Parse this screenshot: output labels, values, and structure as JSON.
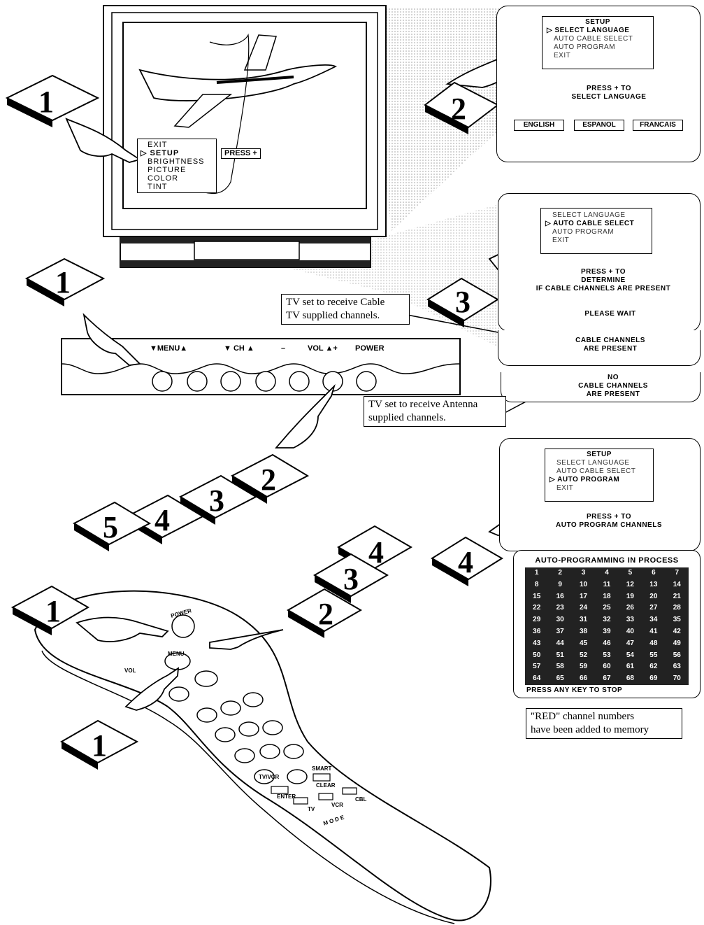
{
  "tv_menu": {
    "items": [
      "EXIT",
      "SETUP",
      "BRIGHTNESS",
      "PICTURE",
      "COLOR",
      "TINT"
    ],
    "selected_index": 1,
    "press_label": "PRESS +"
  },
  "panel_language": {
    "title": "SETUP",
    "items": [
      "SELECT LANGUAGE",
      "AUTO CABLE SELECT",
      "AUTO PROGRAM",
      "EXIT"
    ],
    "selected_index": 0,
    "instruction_line1": "PRESS + TO",
    "instruction_line2": "SELECT LANGUAGE",
    "languages": [
      "ENGLISH",
      "ESPANOL",
      "FRANCAIS"
    ]
  },
  "panel_cable": {
    "items": [
      "SELECT LANGUAGE",
      "AUTO CABLE SELECT",
      "AUTO PROGRAM",
      "EXIT"
    ],
    "selected_index": 1,
    "instruction_line1": "PRESS + TO",
    "instruction_line2": "DETERMINE",
    "instruction_line3": "IF CABLE CHANNELS ARE PRESENT",
    "wait_text": "PLEASE WAIT",
    "result_yes_line1": "CABLE CHANNELS",
    "result_yes_line2": "ARE PRESENT",
    "result_no_line1": "NO",
    "result_no_line2": "CABLE CHANNELS",
    "result_no_line3": "ARE PRESENT"
  },
  "panel_program": {
    "title": "SETUP",
    "items": [
      "SELECT LANGUAGE",
      "AUTO CABLE SELECT",
      "AUTO PROGRAM",
      "EXIT"
    ],
    "selected_index": 2,
    "instruction_line1": "PRESS + TO",
    "instruction_line2": "AUTO PROGRAM CHANNELS"
  },
  "auto_program": {
    "header": "AUTO-PROGRAMMING IN PROCESS",
    "channels": [
      "1",
      "2",
      "3",
      "4",
      "5",
      "6",
      "7",
      "8",
      "9",
      "10",
      "11",
      "12",
      "13",
      "14",
      "15",
      "16",
      "17",
      "18",
      "19",
      "20",
      "21",
      "22",
      "23",
      "24",
      "25",
      "26",
      "27",
      "28",
      "29",
      "30",
      "31",
      "32",
      "33",
      "34",
      "35",
      "36",
      "37",
      "38",
      "39",
      "40",
      "41",
      "42",
      "43",
      "44",
      "45",
      "46",
      "47",
      "48",
      "49",
      "50",
      "51",
      "52",
      "53",
      "54",
      "55",
      "56",
      "57",
      "58",
      "59",
      "60",
      "61",
      "62",
      "63",
      "64",
      "65",
      "66",
      "67",
      "68",
      "69",
      "70"
    ],
    "footer": "PRESS ANY KEY TO STOP"
  },
  "callouts": {
    "cable_line1": "TV set to receive Cable",
    "cable_line2": "TV supplied channels.",
    "antenna_line1": "TV set to receive Antenna",
    "antenna_line2": "supplied channels.",
    "red_line1": "\"RED\" channel numbers",
    "red_line2": "have been added to memory"
  },
  "front_panel": {
    "menu": "MENU",
    "ch": "CH",
    "minus": "–",
    "vol": "VOL",
    "plus": "+",
    "power": "POWER"
  },
  "steps": {
    "tv_step": "1",
    "lang_step": "2",
    "cable_step": "3",
    "program_step": "4",
    "panel_step": "1",
    "remote_menu_step_top": "1",
    "remote_menu_step_bottom": "1",
    "remote_plus_steps": [
      "2",
      "3",
      "4"
    ],
    "panel_plus_steps": [
      "2",
      "3",
      "4",
      "5"
    ]
  },
  "remote": {
    "power": "POWER",
    "menu": "MENU",
    "vol": "VOL",
    "tvvcr": "TV/VCR",
    "enter": "ENTER",
    "smart": "SMART",
    "clear": "CLEAR",
    "tv": "TV",
    "vcr": "VCR",
    "cbl": "CBL",
    "mode": "M O D E"
  }
}
